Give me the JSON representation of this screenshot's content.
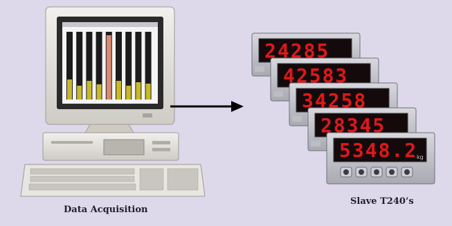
{
  "colors": {
    "background": "#ddd8ea",
    "led_red": "#e01818",
    "bar_yellow": "#c9b82a",
    "bar_highlight": "#d98a70"
  },
  "left": {
    "caption": "Data Acquisition",
    "bar_levels": [
      0.3,
      0.2,
      0.28,
      0.22,
      0.95,
      0.28,
      0.2,
      0.26,
      0.23
    ]
  },
  "right": {
    "caption": "Slave T240’s",
    "units": [
      {
        "display": "24285"
      },
      {
        "display": "42583"
      },
      {
        "display": "34258"
      },
      {
        "display": "28345"
      },
      {
        "display": "5348.2",
        "unit_label": "kg"
      }
    ]
  }
}
